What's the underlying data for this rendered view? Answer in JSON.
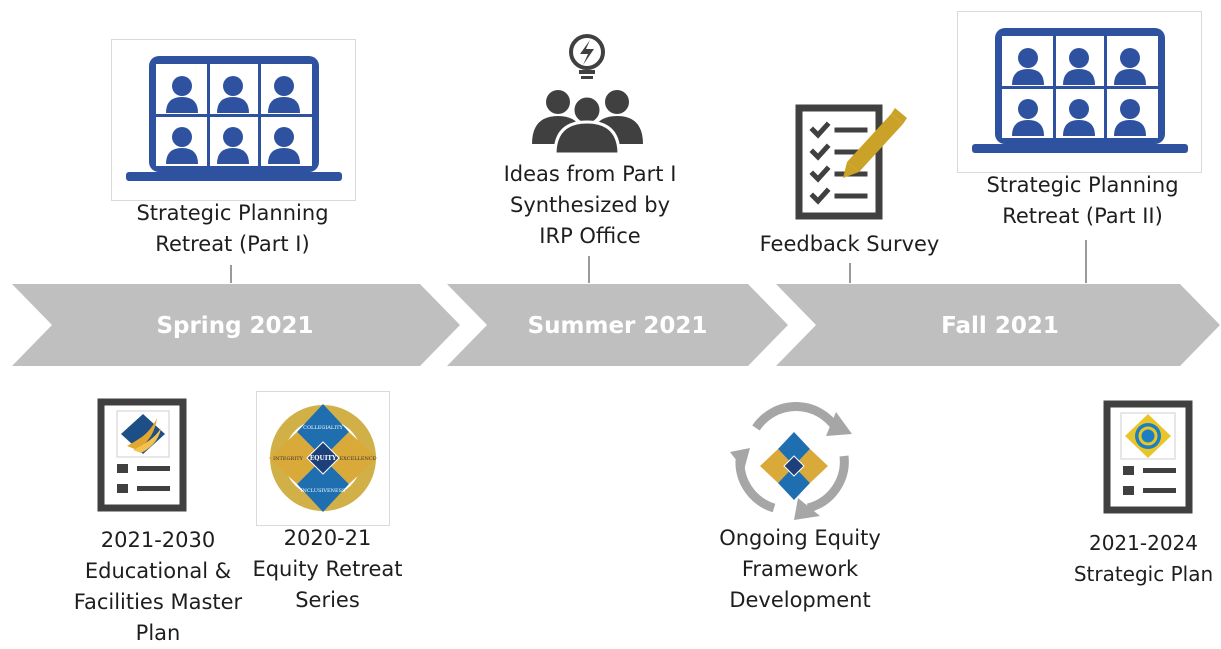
{
  "phases": [
    {
      "label": "Spring 2021"
    },
    {
      "label": "Summer 2021"
    },
    {
      "label": "Fall 2021"
    }
  ],
  "above": {
    "retreat1": "Strategic Planning\nRetreat (Part I)",
    "ideas": "Ideas from Part I\nSynthesized by\nIRP Office",
    "survey": "Feedback Survey",
    "retreat2": "Strategic Planning\nRetreat (Part II)"
  },
  "below": {
    "efmp": "2021-2030\nEducational &\nFacilities Master\nPlan",
    "equity": "2020-21\nEquity Retreat\nSeries",
    "framework": "Ongoing Equity\nFramework\nDevelopment",
    "strategic": "2021-2024\nStrategic Plan"
  },
  "colors": {
    "band": "#bfbfbf",
    "laptop": "#2f52a0",
    "icon_dark": "#404040",
    "pencil": "#c9a227",
    "cycle": "#a6a6a6"
  },
  "emblem": {
    "top": "COLLEGIALITY",
    "left": "INTEGRITY",
    "center": "EQUITY",
    "right": "EXCELLENCE",
    "bottom": "INCLUSIVENESS"
  }
}
